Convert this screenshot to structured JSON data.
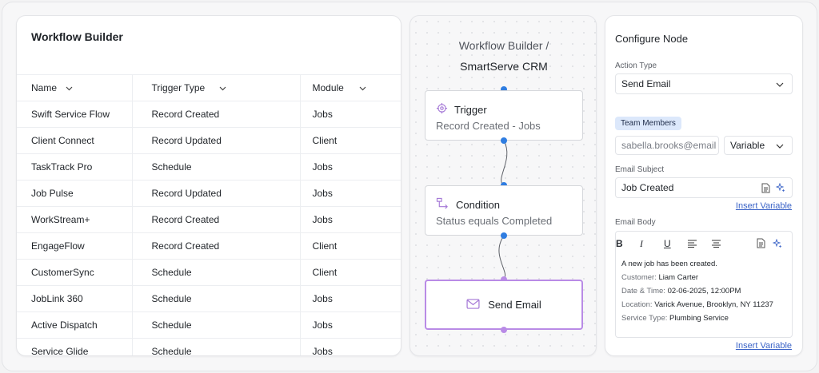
{
  "table": {
    "title": "Workflow Builder",
    "columns": [
      "Name",
      "Trigger Type",
      "Module"
    ],
    "rows": [
      [
        "Swift Service Flow",
        "Record Created",
        "Jobs"
      ],
      [
        "Client Connect",
        "Record Updated",
        "Client"
      ],
      [
        "TaskTrack Pro",
        "Schedule",
        "Jobs"
      ],
      [
        "Job Pulse",
        "Record Updated",
        "Jobs"
      ],
      [
        "WorkStream+",
        "Record Created",
        "Jobs"
      ],
      [
        "EngageFlow",
        "Record Created",
        "Client"
      ],
      [
        "CustomerSync",
        "Schedule",
        "Client"
      ],
      [
        "JobLink 360",
        "Schedule",
        "Jobs"
      ],
      [
        "Active Dispatch",
        "Schedule",
        "Jobs"
      ],
      [
        "Service Glide",
        "Schedule",
        "Jobs"
      ]
    ]
  },
  "canvas": {
    "title_line1": "Workflow Builder /",
    "title_line2": "SmartServe CRM",
    "trigger": {
      "title": "Trigger",
      "subtitle": "Record Created - Jobs",
      "icon": "target-icon"
    },
    "condition": {
      "title": "Condition",
      "subtitle": "Status equals Completed",
      "icon": "branch-icon"
    },
    "action": {
      "title": "Send Email",
      "icon": "envelope-icon"
    }
  },
  "config": {
    "title": "Configure Node",
    "action_type_label": "Action Type",
    "action_type_value": "Send Email",
    "team_members_label": "Team Members",
    "email_value": "sabella.brooks@email",
    "variable_select": "Variable",
    "subject_label": "Email Subject",
    "subject_value": "Job Created",
    "insert_variable": "Insert Variable",
    "body_label": "Email Body",
    "body": {
      "intro": "A new job has been created.",
      "customer_key": "Customer:",
      "customer_val": "Liam Carter",
      "datetime_key": "Date & Time:",
      "datetime_val": "02-06-2025, 12:00PM",
      "location_key": "Location:",
      "location_val": "Varick Avenue, Brooklyn, NY 11237",
      "service_key": "Service Type:",
      "service_val": "Plumbing Service"
    }
  },
  "colors": {
    "port_blue": "#2f7de1",
    "accent_purple": "#b98be6",
    "pill_bg": "#dce8fb",
    "link": "#3a63c7"
  }
}
